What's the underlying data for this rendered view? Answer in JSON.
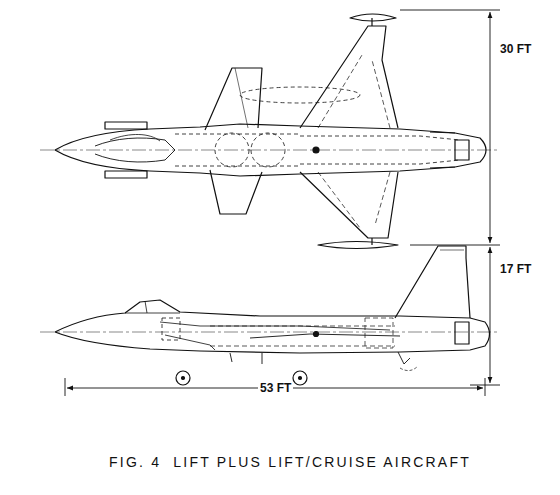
{
  "diagram": {
    "caption": "FIG. 4  LIFT PLUS LIFT/CRUISE AIRCRAFT",
    "labels": [
      "30 FT",
      "17 FT",
      "53 FT"
    ]
  }
}
